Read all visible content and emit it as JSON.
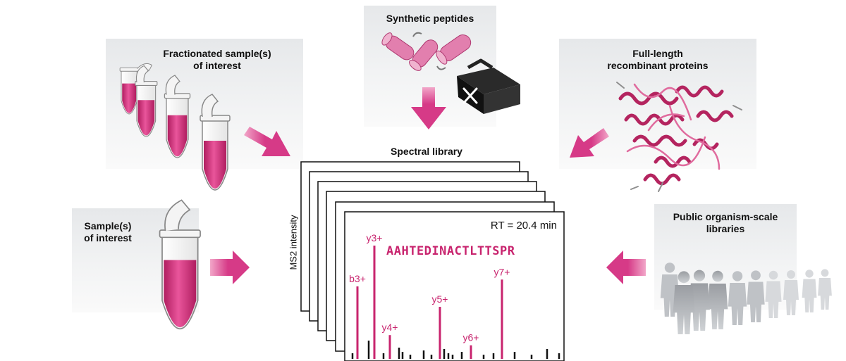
{
  "sources": {
    "fractionated": "Fractionated sample(s)\nof interest",
    "synthetic": "Synthetic peptides",
    "recombinant": "Full-length\nrecombinant proteins",
    "sample": "Sample(s)\nof interest",
    "public": "Public organism-scale\nlibraries"
  },
  "library": {
    "title": "Spectral library",
    "ylabel": "MS2 intensity",
    "rt": "RT = 20.4 min",
    "peptide": "AAHTEDINACTLTTSPR"
  },
  "chart_data": {
    "type": "bar",
    "title": "",
    "ylabel": "MS2 intensity",
    "annotation": "RT = 20.4 min",
    "labeled_peaks": [
      {
        "label": "b3+",
        "value": 0.64
      },
      {
        "label": "y3+",
        "value": 1.0
      },
      {
        "label": "y4+",
        "value": 0.21
      },
      {
        "label": "y5+",
        "value": 0.46
      },
      {
        "label": "y6+",
        "value": 0.12
      },
      {
        "label": "y7+",
        "value": 0.7
      }
    ]
  },
  "colors": {
    "accent": "#c8246e",
    "arrow": "#d63a87",
    "panel": "#eceef0",
    "text": "#111111"
  }
}
